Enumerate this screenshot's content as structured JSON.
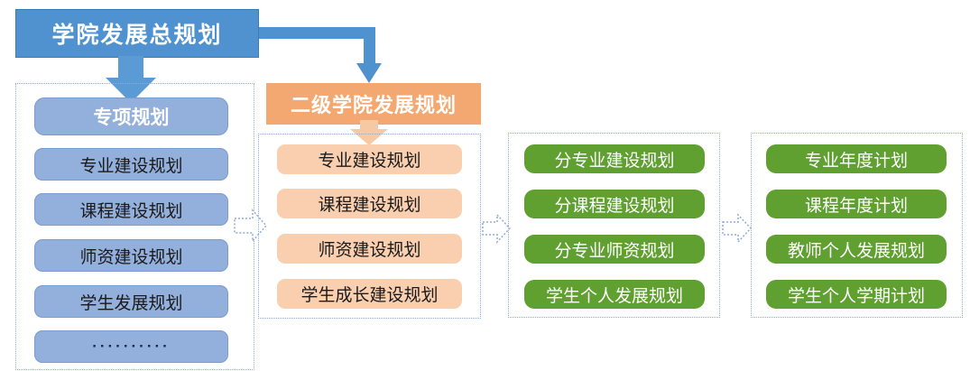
{
  "diagram": {
    "title": "学院发展总规划",
    "root": {
      "label": "学院发展总规划"
    },
    "branch_header": {
      "label": "二级学院发展规划"
    },
    "columns": [
      {
        "id": "college-master-plan",
        "accent": "#93AFDB",
        "lead": {
          "label": "专项规划"
        },
        "items": [
          {
            "label": "专业建设规划"
          },
          {
            "label": "课程建设规划"
          },
          {
            "label": "师资建设规划"
          },
          {
            "label": "学生发展规划"
          },
          {
            "label": "··········"
          }
        ]
      },
      {
        "id": "secondary-college-plan",
        "accent": "#F9CFAF",
        "items": [
          {
            "label": "专业建设规划"
          },
          {
            "label": "课程建设规划"
          },
          {
            "label": "师资建设规划"
          },
          {
            "label": "学生成长建设规划"
          }
        ]
      },
      {
        "id": "sub-discipline-plan",
        "accent": "#5FA030",
        "items": [
          {
            "label": "分专业建设规划"
          },
          {
            "label": "分课程建设规划"
          },
          {
            "label": "分专业师资规划"
          },
          {
            "label": "学生个人发展规划"
          }
        ]
      },
      {
        "id": "annual-plan",
        "accent": "#5FA030",
        "items": [
          {
            "label": "专业年度计划"
          },
          {
            "label": "课程年度计划"
          },
          {
            "label": "教师个人发展规划"
          },
          {
            "label": "学生个人学期计划"
          }
        ]
      }
    ],
    "connectors": [
      {
        "name": "root-to-special-plan",
        "style": "solid-down-arrow",
        "color": "#5B9BD5"
      },
      {
        "name": "root-to-branch-header",
        "style": "elbow-down-arrow",
        "color": "#4F92CF"
      },
      {
        "name": "branch-header-to-items",
        "style": "solid-down-arrow",
        "color": "#F6C9A4"
      },
      {
        "name": "col1-to-col2",
        "style": "outline-right-arrow",
        "color": "#8FAADC"
      },
      {
        "name": "col2-to-col3",
        "style": "outline-right-arrow",
        "color": "#8FAADC"
      },
      {
        "name": "col3-to-col4",
        "style": "outline-right-arrow",
        "color": "#8FAADC"
      }
    ]
  }
}
